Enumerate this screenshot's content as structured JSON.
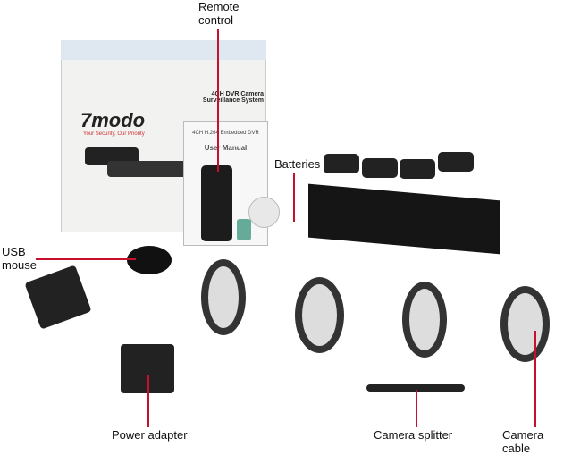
{
  "labels": {
    "remote_l1": "Remote",
    "remote_l2": "control",
    "batteries": "Batteries",
    "usb_l1": "USB",
    "usb_l2": "mouse",
    "power": "Power adapter",
    "splitter": "Camera splitter",
    "cable": "Camera cable"
  },
  "box": {
    "brand": "7modo",
    "tagline": "Your Security, Our Priority",
    "title_l1": "4CH DVR Camera",
    "title_l2": "Surveillance System"
  },
  "manual": {
    "subtitle": "4CH H.264 Embedded DVR",
    "title": "User Manual"
  },
  "colors": {
    "leader_line": "#c8102e"
  }
}
